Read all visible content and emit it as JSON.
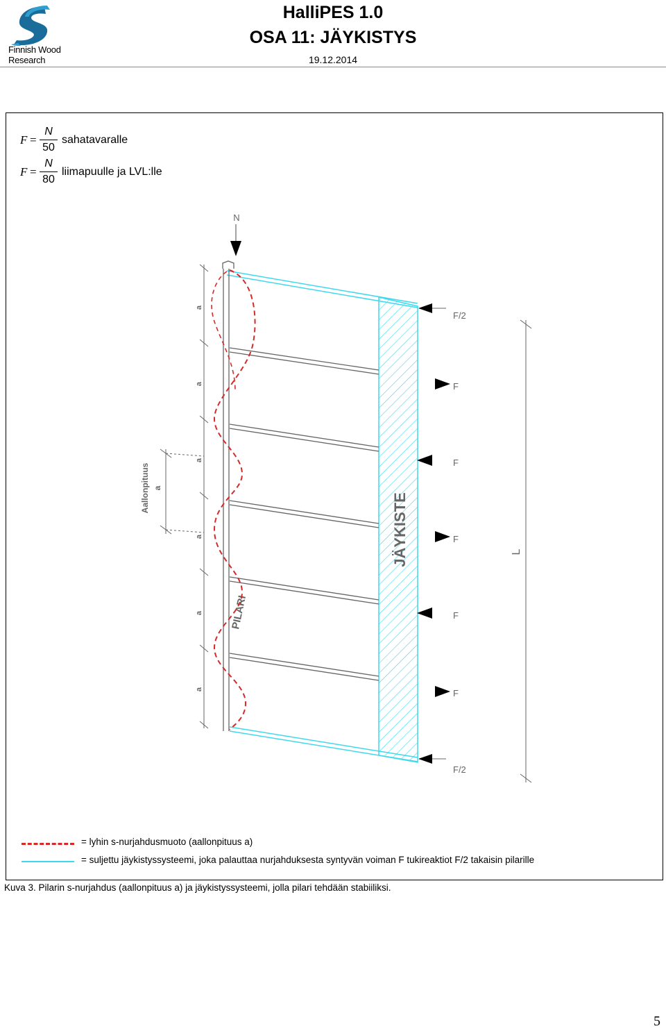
{
  "header": {
    "logo_line1": "Finnish Wood",
    "logo_line2": "Research",
    "title": "HalliPES 1.0",
    "subtitle": "OSA 11: JÄYKISTYS",
    "date": "19.12.2014"
  },
  "formulas": [
    {
      "lhs": "F",
      "eq": "=",
      "numerator": "N",
      "denominator": "50",
      "text": "sahatavaralle"
    },
    {
      "lhs": "F",
      "eq": "=",
      "numerator": "N",
      "denominator": "80",
      "text": "liimapuulle ja LVL:lle"
    }
  ],
  "diagram": {
    "load_label": "N",
    "force_top": "F/2",
    "force_mid": "F",
    "force_bottom": "F/2",
    "spacing_label": "a",
    "wavelength_label": "Aallonpituus",
    "wavelength_value": "a",
    "length_label": "L",
    "column_label": "PILARI",
    "bracing_label": "JÄYKISTE",
    "colors": {
      "buckling": "#d42a2a",
      "bracing": "#3fd8ee",
      "structure": "#666666"
    }
  },
  "legend": [
    {
      "text": "= lyhin s-nurjahdusmuoto (aallonpituus a)",
      "style": "dashed-red"
    },
    {
      "text": "= suljettu jäykistyssysteemi, joka palauttaa nurjahduksesta syntyvän voiman F tukireaktiot F/2 takaisin pilarille",
      "style": "solid-cyan"
    }
  ],
  "caption": "Kuva 3. Pilarin s-nurjahdus (aallonpituus a) ja jäykistyssysteemi, jolla pilari tehdään stabiiliksi.",
  "page_number": "5"
}
